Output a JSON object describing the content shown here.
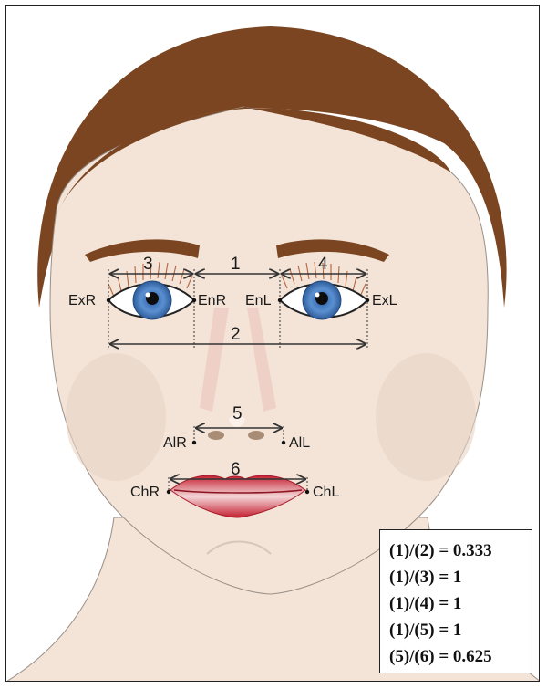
{
  "landmarks": {
    "exr": "ExR",
    "enr": "EnR",
    "enl": "EnL",
    "exl": "ExL",
    "alr": "AlR",
    "all": "AlL",
    "chr": "ChR",
    "chl": "ChL"
  },
  "measures": {
    "m1": "1",
    "m2": "2",
    "m3": "3",
    "m4": "4",
    "m5": "5",
    "m6": "6"
  },
  "ratios": [
    "(1)/(2) = 0.333",
    "(1)/(3) = 1",
    "(1)/(4) = 1",
    "(1)/(5) = 1",
    "(5)/(6) = 0.625"
  ],
  "colors": {
    "hair": "#7a4520",
    "skin": "#f3e4d7",
    "iris": "#4e7fbf",
    "lips": "#cc2233",
    "brow": "#7a4520"
  }
}
